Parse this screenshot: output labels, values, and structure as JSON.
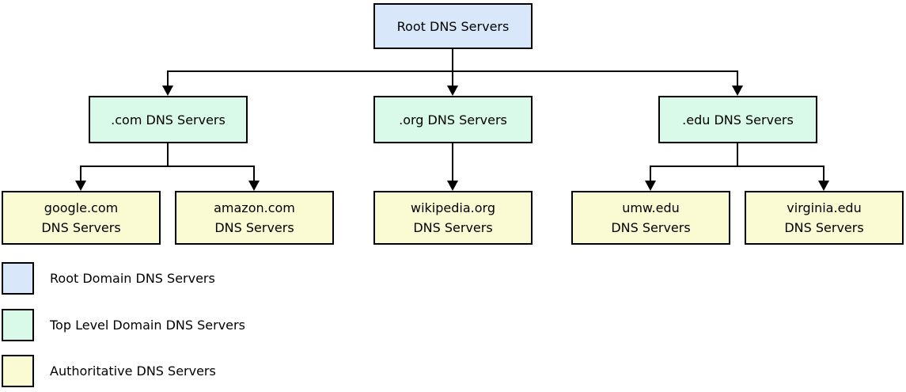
{
  "colors": {
    "root_fill": "#d8e8fa",
    "tld_fill": "#d9f9e9",
    "auth_fill": "#fbfbd3",
    "line": "#000000",
    "background": "#ffffff"
  },
  "tree": {
    "root": {
      "label": "Root DNS Servers"
    },
    "tld": [
      {
        "id": "com",
        "label": ".com DNS Servers"
      },
      {
        "id": "org",
        "label": ".org DNS Servers"
      },
      {
        "id": "edu",
        "label": ".edu DNS Servers"
      }
    ],
    "authoritative": [
      {
        "id": "google",
        "line1": "google.com",
        "line2": "DNS Servers"
      },
      {
        "id": "amazon",
        "line1": "amazon.com",
        "line2": "DNS Servers"
      },
      {
        "id": "wikipedia",
        "line1": "wikipedia.org",
        "line2": "DNS Servers"
      },
      {
        "id": "umw",
        "line1": "umw.edu",
        "line2": "DNS Servers"
      },
      {
        "id": "virginia",
        "line1": "virginia.edu",
        "line2": "DNS Servers"
      }
    ]
  },
  "legend": [
    {
      "label": "Root Domain DNS Servers",
      "color": "#d8e8fa"
    },
    {
      "label": "Top Level Domain DNS Servers",
      "color": "#d9f9e9"
    },
    {
      "label": "Authoritative DNS Servers",
      "color": "#fbfbd3"
    }
  ]
}
